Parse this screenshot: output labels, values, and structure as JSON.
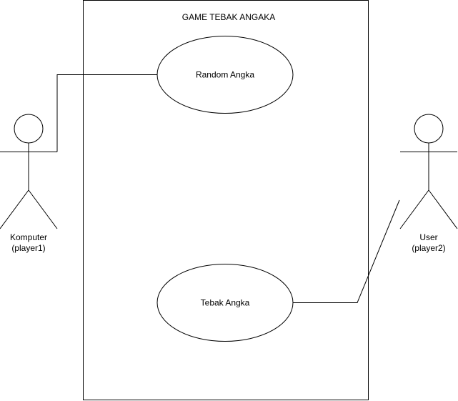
{
  "system": {
    "title": "GAME TEBAK ANGAKA"
  },
  "use_cases": [
    {
      "label": "Random Angka"
    },
    {
      "label": "Tebak Angka"
    }
  ],
  "actors": [
    {
      "name_line1": "Komputer",
      "name_line2": "(player1)"
    },
    {
      "name_line1": "User",
      "name_line2": "(player2)"
    }
  ],
  "colors": {
    "stroke": "#000000",
    "background": "#ffffff"
  }
}
